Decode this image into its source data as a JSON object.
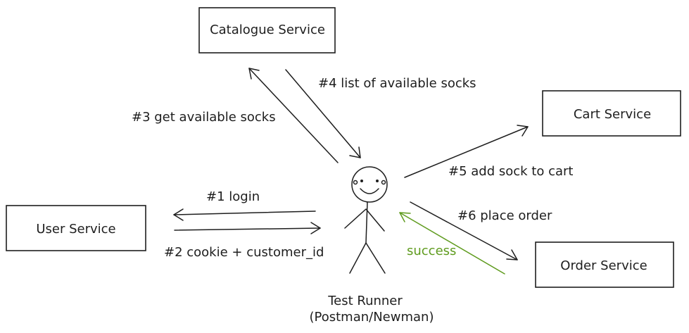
{
  "services": {
    "catalogue": "Catalogue Service",
    "cart": "Cart Service",
    "user": "User Service",
    "order": "Order Service"
  },
  "runner": {
    "line1": "Test Runner",
    "line2": "(Postman/Newman)"
  },
  "steps": {
    "login": "#1 login",
    "cookie": "#2 cookie + customer_id",
    "get_socks": "#3 get available socks",
    "list_socks": "#4 list of available socks",
    "add_cart": "#5 add sock to cart",
    "place_order": "#6 place order",
    "success": "success"
  },
  "colors": {
    "ink": "#1e1e1e",
    "success": "#5f9b1e"
  }
}
